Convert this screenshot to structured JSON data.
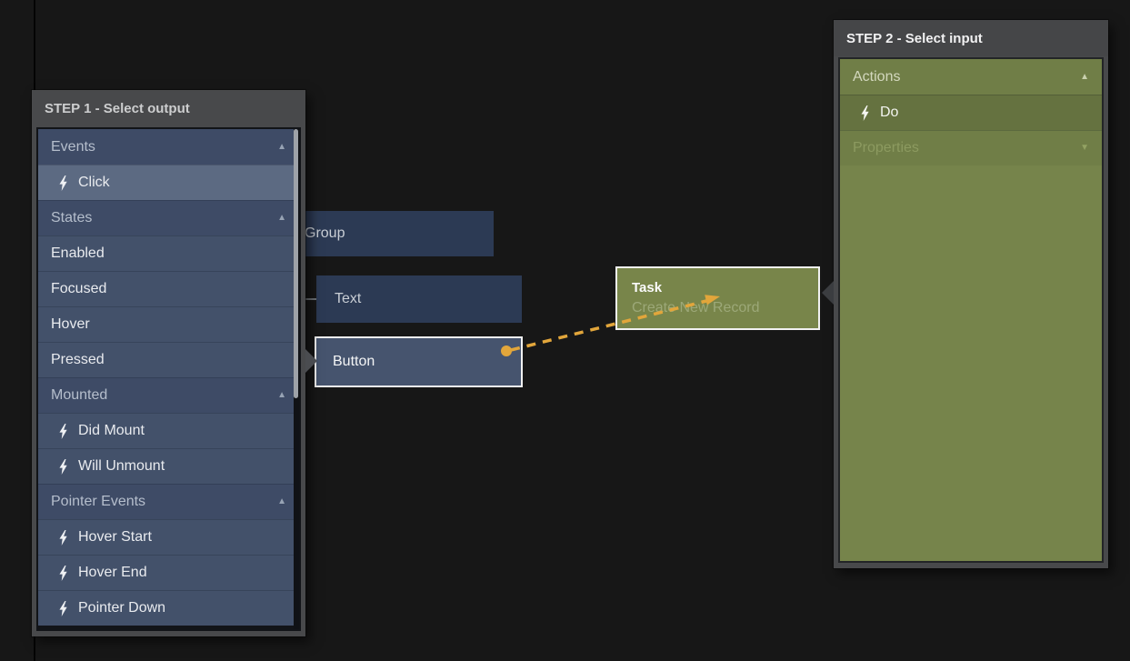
{
  "colors": {
    "canvas_bg": "#171717",
    "accent_orange": "#E2A63B",
    "panel_frame": "#48494B",
    "list_blue": "#43516A",
    "list_blue_header": "#3E4B66",
    "list_blue_selected": "#5C6A82",
    "olive_bg": "#76844B",
    "olive_header": "#707E47",
    "olive_selected": "#657240",
    "node_blue": "#2C3A54",
    "node_blue_highlight": "#46546E",
    "selection_border": "#F1F1F1"
  },
  "step1_panel": {
    "title": "STEP 1 - Select output",
    "rows": [
      {
        "type": "header",
        "label": "Events",
        "arrow": "up"
      },
      {
        "type": "item",
        "label": "Click",
        "icon": "bolt-icon",
        "selected": true
      },
      {
        "type": "header",
        "label": "States",
        "arrow": "up"
      },
      {
        "type": "item",
        "label": "Enabled"
      },
      {
        "type": "item",
        "label": "Focused"
      },
      {
        "type": "item",
        "label": "Hover"
      },
      {
        "type": "item",
        "label": "Pressed"
      },
      {
        "type": "header",
        "label": "Mounted",
        "arrow": "up"
      },
      {
        "type": "item",
        "label": "Did Mount",
        "icon": "bolt-icon"
      },
      {
        "type": "item",
        "label": "Will Unmount",
        "icon": "bolt-icon"
      },
      {
        "type": "header",
        "label": "Pointer Events",
        "arrow": "up"
      },
      {
        "type": "item",
        "label": "Hover Start",
        "icon": "bolt-icon"
      },
      {
        "type": "item",
        "label": "Hover End",
        "icon": "bolt-icon"
      },
      {
        "type": "item",
        "label": "Pointer Down",
        "icon": "bolt-icon"
      }
    ]
  },
  "step2_panel": {
    "title": "STEP 2 - Select input",
    "rows": [
      {
        "type": "header",
        "label": "Actions",
        "arrow": "up"
      },
      {
        "type": "item",
        "label": "Do",
        "icon": "bolt-icon",
        "selected": true
      },
      {
        "type": "header",
        "label": "Properties",
        "arrow": "down",
        "dim": true
      }
    ]
  },
  "nodes": {
    "group": {
      "label": "Group"
    },
    "text": {
      "label": "Text"
    },
    "button": {
      "label": "Button",
      "selected": true
    },
    "task": {
      "title": "Task",
      "subtitle": "Create New Record",
      "selected": true
    }
  },
  "connection": {
    "type": "dashed-arrow",
    "color": "#E2A63B"
  }
}
